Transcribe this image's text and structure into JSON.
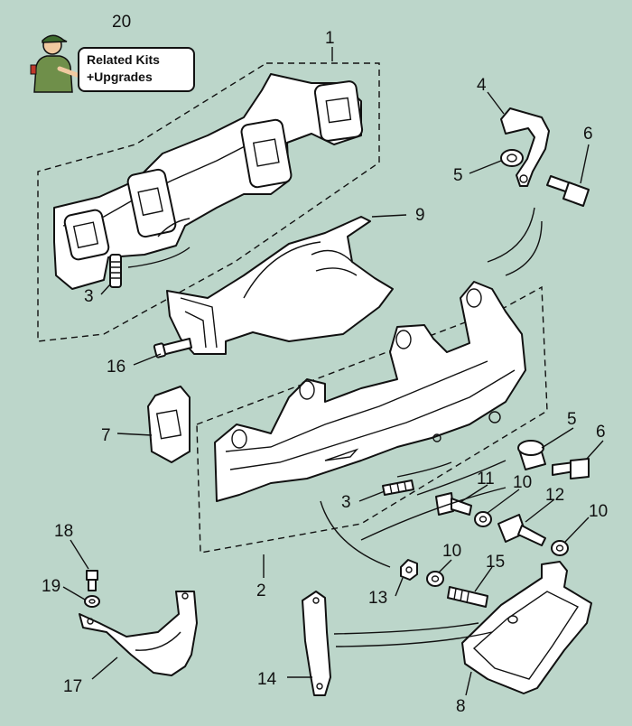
{
  "badge": {
    "number": "20",
    "line1": "Related Kits",
    "line2": "+Upgrades"
  },
  "callouts": {
    "c1": "1",
    "c2": "2",
    "c3a": "3",
    "c3b": "3",
    "c4": "4",
    "c5a": "5",
    "c5b": "5",
    "c6a": "6",
    "c6b": "6",
    "c7": "7",
    "c8": "8",
    "c9": "9",
    "c10a": "10",
    "c10b": "10",
    "c10c": "10",
    "c11": "11",
    "c12": "12",
    "c13": "13",
    "c14": "14",
    "c15": "15",
    "c16": "16",
    "c17": "17",
    "c18": "18",
    "c19": "19"
  },
  "colors": {
    "background": "#bcd6ca",
    "ink": "#111111",
    "part_fill": "#ffffff"
  }
}
